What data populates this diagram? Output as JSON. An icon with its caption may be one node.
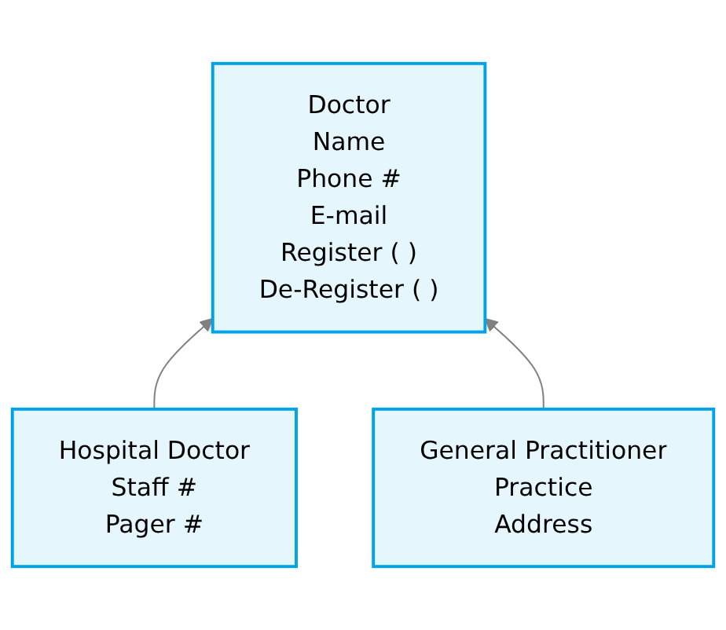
{
  "diagram": {
    "nodes": [
      {
        "text": [
          "Doctor",
          "Name",
          "Phone #",
          "E-mail",
          "Register ( )",
          "De-Register ( )"
        ]
      },
      {
        "text": [
          "Hospital Doctor",
          "Staff #",
          "Pager #"
        ]
      },
      {
        "text": [
          "General Practitioner",
          "Practice",
          "Address"
        ]
      }
    ],
    "edges": [
      {
        "from": 1,
        "to": 0,
        "arrow": "to"
      },
      {
        "from": 2,
        "to": 0,
        "arrow": "to"
      }
    ]
  }
}
